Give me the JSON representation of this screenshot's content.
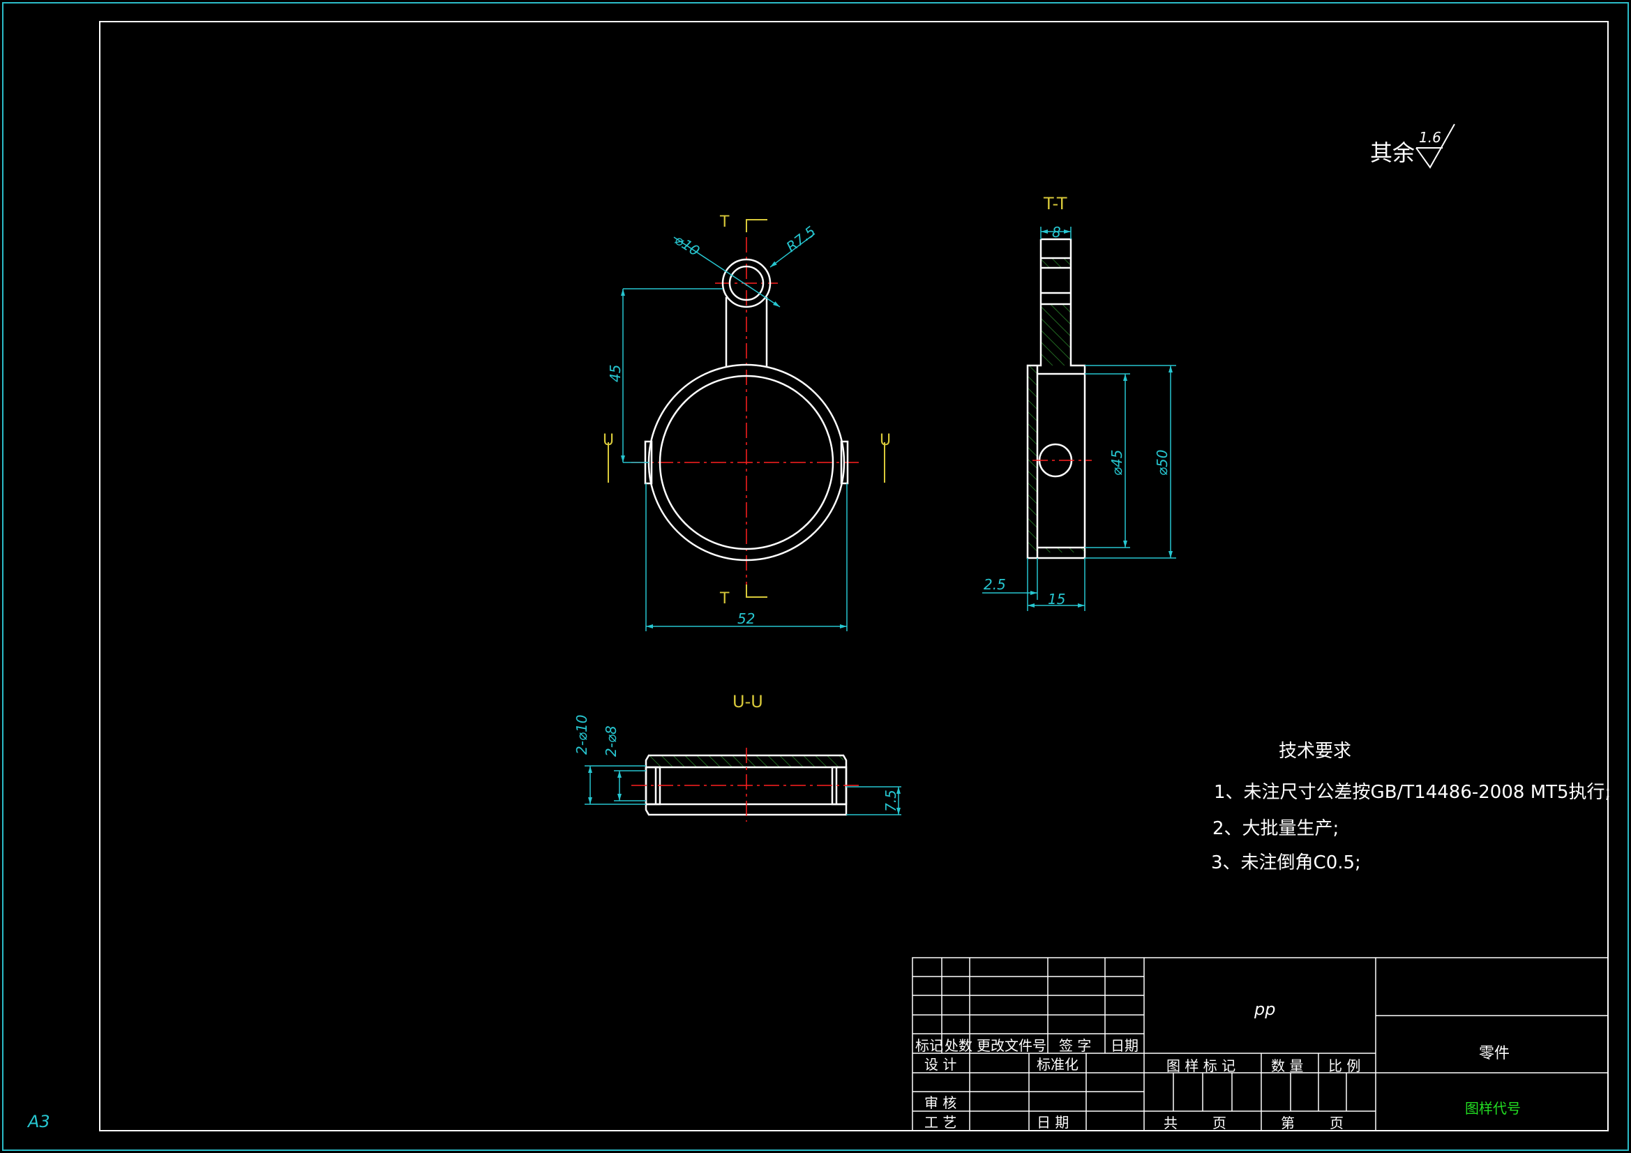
{
  "sheet": {
    "size_label": "A3"
  },
  "surface": {
    "roughness_prefix": "其余",
    "roughness_value": "1.6"
  },
  "views": {
    "front": {
      "section_mark": "T",
      "side_mark": "U"
    },
    "section_tt": {
      "label": "T-T"
    },
    "section_uu": {
      "label": "U-U"
    }
  },
  "dimensions": {
    "d_hole": "⌀10",
    "r_lug": "R7.5",
    "height": "45",
    "width": "52",
    "thickness": "8",
    "d45": "⌀45",
    "d50": "⌀50",
    "offset": "2.5",
    "width15": "15",
    "holes10": "2-⌀10",
    "holes8": "2-⌀8",
    "dim75": "7.5"
  },
  "tech_req": {
    "title": "技术要求",
    "items": [
      "1、未注尺寸公差按GB/T14486-2008 MT5执行;",
      "2、大批量生产;",
      "3、未注倒角C0.5;"
    ]
  },
  "title_block": {
    "hdr_mark": "标记",
    "hdr_count": "处数",
    "hdr_doc": "更改文件号",
    "hdr_sign": "签 字",
    "hdr_date": "日期",
    "design": "设 计",
    "standard": "标准化",
    "review": "审 核",
    "process": "工 艺",
    "date": "日 期",
    "material": "pp",
    "drawing_mark": "图 样 标 记",
    "quantity": "数 量",
    "scale": "比 例",
    "total": "共",
    "page1": "页",
    "sheet_no": "第",
    "page2": "页",
    "part_name": "零件",
    "drawing_code": "图样代号"
  },
  "colors": {
    "outline": "#ffffff",
    "dimension": "#27c6d0",
    "centerline": "#ff2020",
    "section": "#d8c93a",
    "hatch": "#2c8a2c",
    "code": "#22dd22",
    "frame": "#2bbcc8"
  }
}
